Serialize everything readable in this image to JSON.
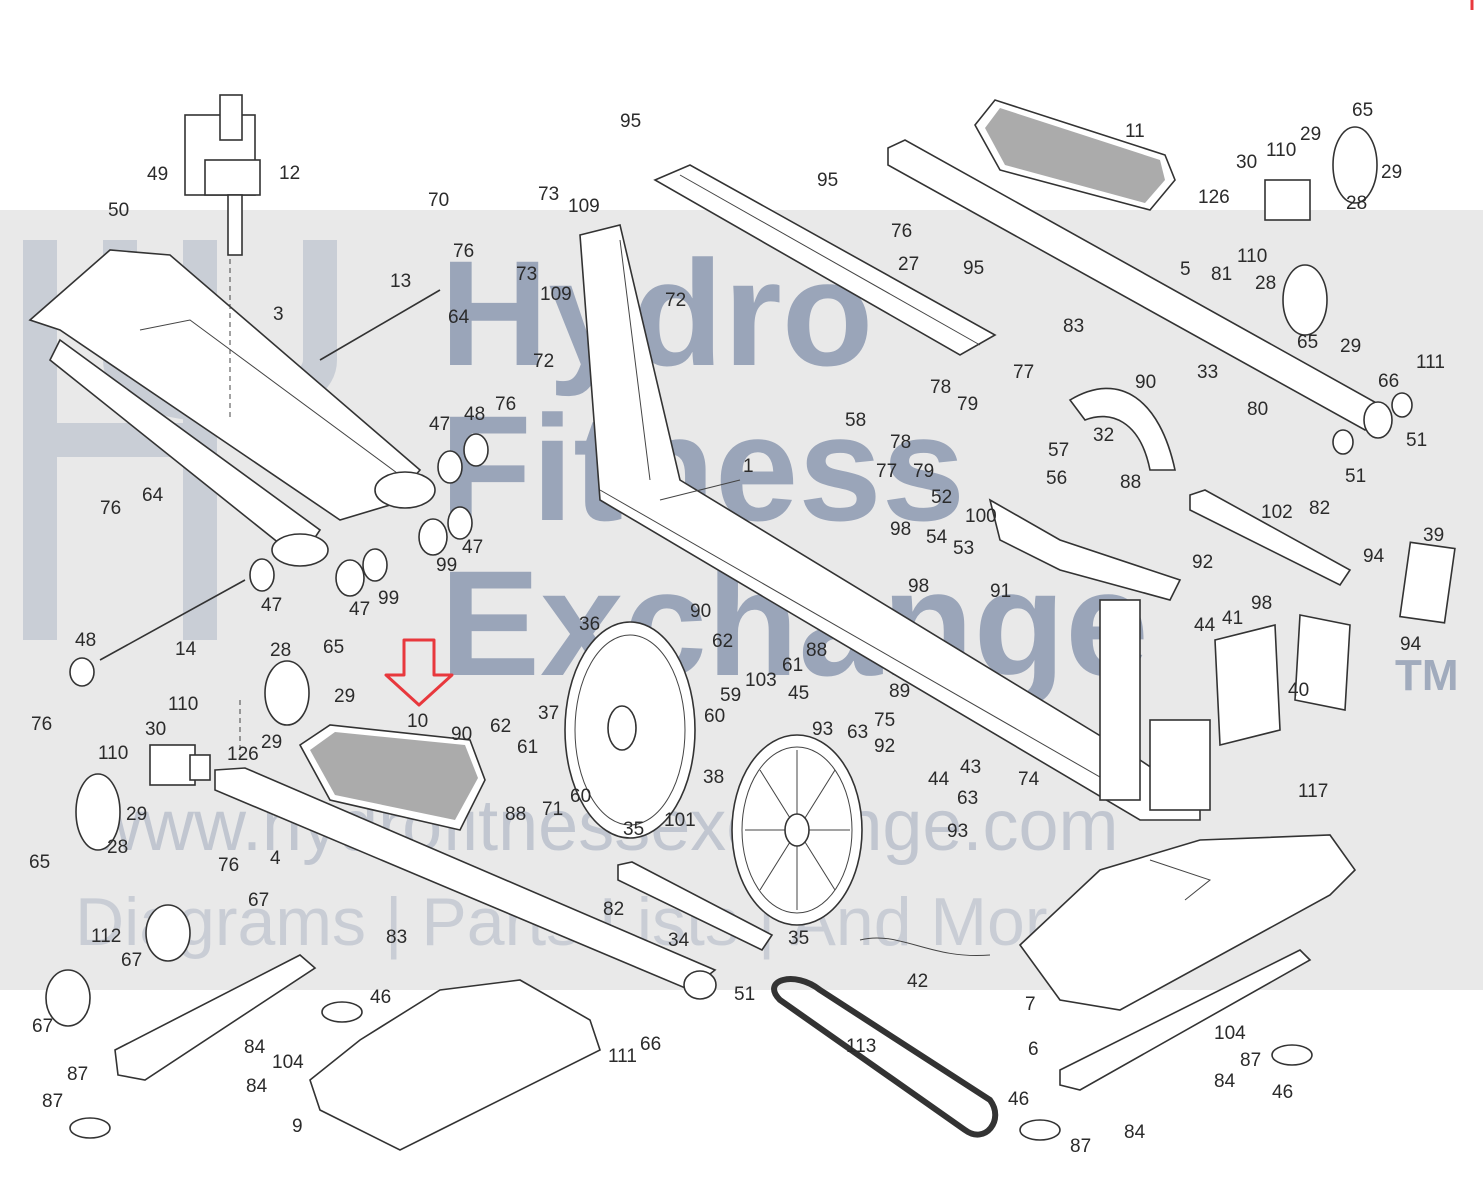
{
  "diagram": {
    "watermark": {
      "line1": "Hydro",
      "line2": "Fitness",
      "line3": "Exchange",
      "tm": "TM",
      "url": "www.hydrofitnessexchange.com",
      "tagline": "Diagrams | Parts Lists | And More"
    },
    "highlight_arrow": {
      "color": "#e8383d",
      "points_to": "10"
    },
    "corner_mark_color": "#e8383d",
    "labels": [
      "95",
      "70",
      "73",
      "109",
      "76",
      "95",
      "11",
      "65",
      "29",
      "110",
      "29",
      "30",
      "126",
      "28",
      "12",
      "49",
      "50",
      "13",
      "72",
      "73",
      "109",
      "64",
      "72",
      "27",
      "95",
      "76",
      "5",
      "81",
      "110",
      "28",
      "65",
      "29",
      "3",
      "83",
      "90",
      "77",
      "78",
      "79",
      "33",
      "111",
      "66",
      "76",
      "47",
      "48",
      "58",
      "78",
      "32",
      "80",
      "51",
      "76",
      "64",
      "77",
      "79",
      "52",
      "57",
      "88",
      "51",
      "1",
      "56",
      "100",
      "102",
      "82",
      "39",
      "47",
      "99",
      "98",
      "54",
      "53",
      "47",
      "99",
      "47",
      "92",
      "94",
      "90",
      "36",
      "91",
      "98",
      "44",
      "41",
      "88",
      "62",
      "61",
      "98",
      "94",
      "14",
      "48",
      "65",
      "28",
      "59",
      "103",
      "89",
      "40",
      "45",
      "29",
      "60",
      "76",
      "110",
      "10",
      "90",
      "62",
      "37",
      "93",
      "63",
      "75",
      "92",
      "74",
      "30",
      "61",
      "126",
      "44",
      "117",
      "29",
      "38",
      "43",
      "110",
      "60",
      "71",
      "63",
      "88",
      "29",
      "65",
      "35",
      "101",
      "28",
      "93",
      "76",
      "4",
      "82",
      "35",
      "34",
      "67",
      "112",
      "83",
      "42",
      "67",
      "46",
      "7",
      "51",
      "67",
      "104",
      "87",
      "6",
      "104",
      "84",
      "111",
      "66",
      "113",
      "46",
      "84",
      "87",
      "87",
      "46",
      "84",
      "9",
      "84",
      "87"
    ]
  }
}
